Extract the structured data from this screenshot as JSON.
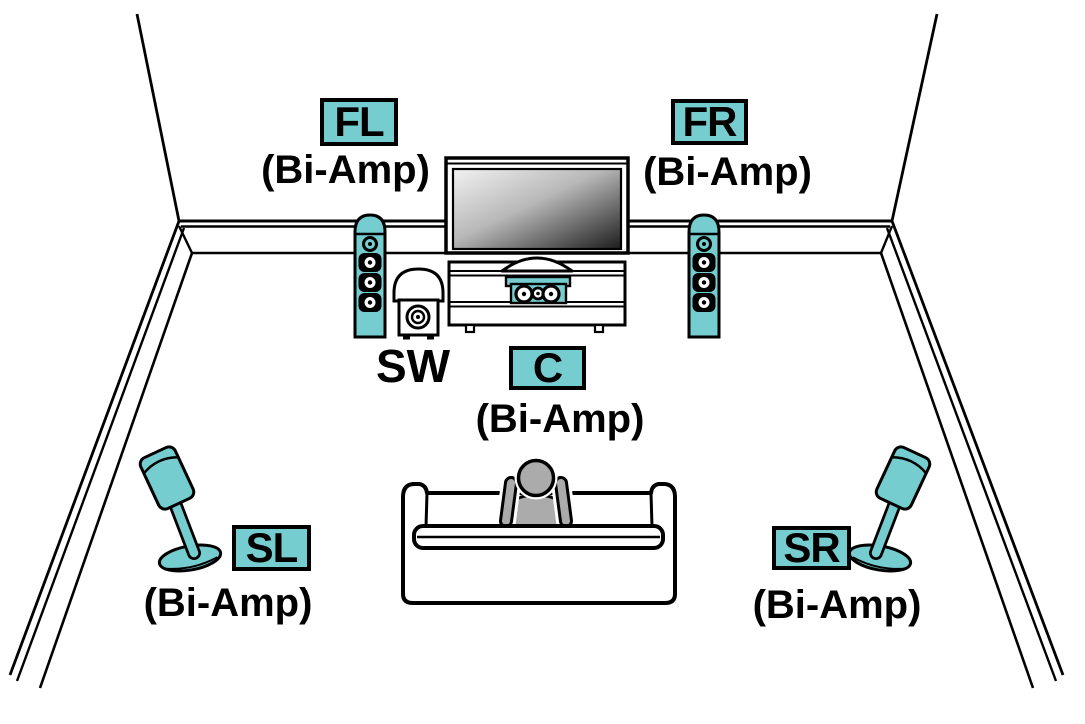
{
  "diagram": {
    "speakers": {
      "fl": {
        "code": "FL",
        "note": "(Bi-Amp)"
      },
      "fr": {
        "code": "FR",
        "note": "(Bi-Amp)"
      },
      "c": {
        "code": "C",
        "note": "(Bi-Amp)"
      },
      "sw": {
        "code": "SW"
      },
      "sl": {
        "code": "SL",
        "note": "(Bi-Amp)"
      },
      "sr": {
        "code": "SR",
        "note": "(Bi-Amp)"
      }
    }
  },
  "colors": {
    "speaker_teal": "#76CDD0",
    "outline": "#000000",
    "person_gray": "#ABABAB"
  }
}
